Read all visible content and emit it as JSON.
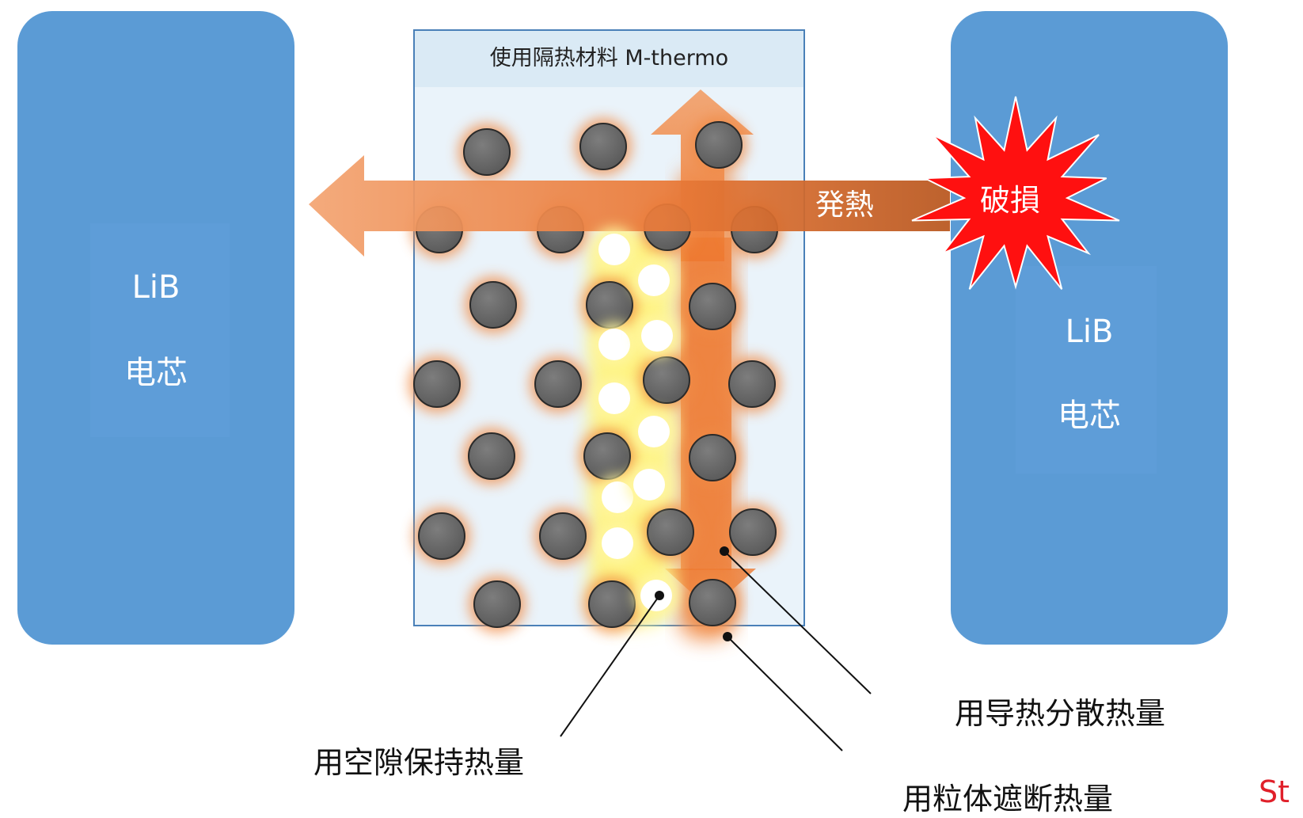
{
  "left_cell": {
    "line1": "LiB",
    "line2": "电芯"
  },
  "right_cell": {
    "line1": "LiB",
    "line2": "电芯"
  },
  "material": {
    "title": "使用隔热材料 M-thermo"
  },
  "heat_arrow": {
    "label": "発熱"
  },
  "damage": {
    "label": "破損"
  },
  "callouts": {
    "conduction": "用导热分散热量",
    "voids": "用空隙保持热量",
    "particles": "用粒体遮断热量"
  },
  "corner_mark": "St",
  "colors": {
    "cell_blue": "#5b9bd5",
    "material_fill": "#eaf3fa",
    "material_border": "#4a80b8",
    "arrow_orange": "#ee7a32",
    "damage_red": "#ff1010",
    "particle_gray": "#6b6b6b",
    "glow_yellow": "#fff27a"
  },
  "icons": [
    "damage-burst-icon",
    "heat-arrow-icon"
  ]
}
